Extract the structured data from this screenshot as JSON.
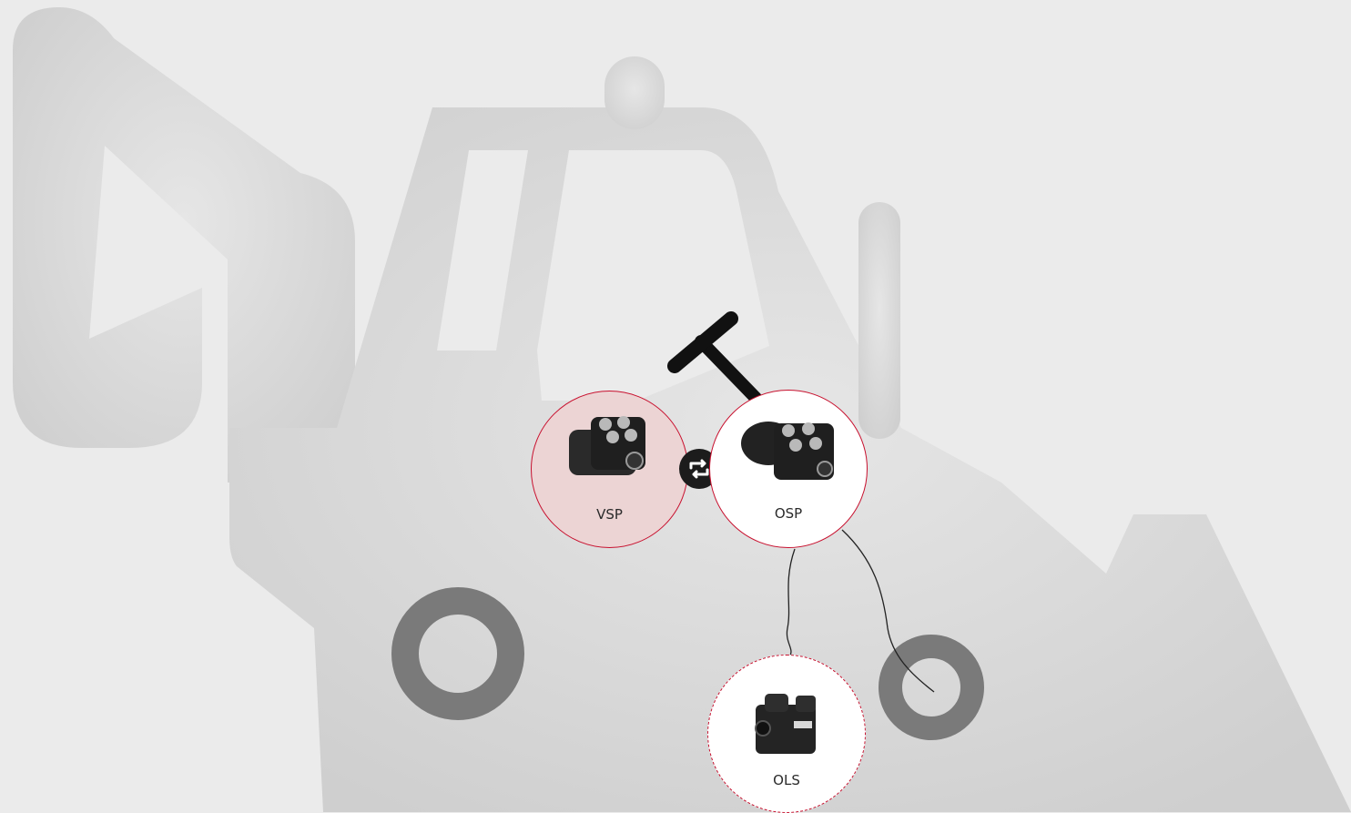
{
  "nodes": {
    "vsp": {
      "label": "VSP",
      "icon": "steering-unit-icon",
      "state": "selected"
    },
    "osp": {
      "label": "OSP",
      "icon": "steering-unit-icon"
    },
    "ols": {
      "label": "OLS",
      "icon": "priority-valve-icon",
      "style": "dashed"
    }
  },
  "swap": {
    "icon": "swap-arrows-icon"
  },
  "colors": {
    "accent": "#c8102e",
    "background": "#ebebeb",
    "selected_fill": "#ecd4d4",
    "machine": "#d4d4d4",
    "wheel": "#7a7a7a"
  }
}
